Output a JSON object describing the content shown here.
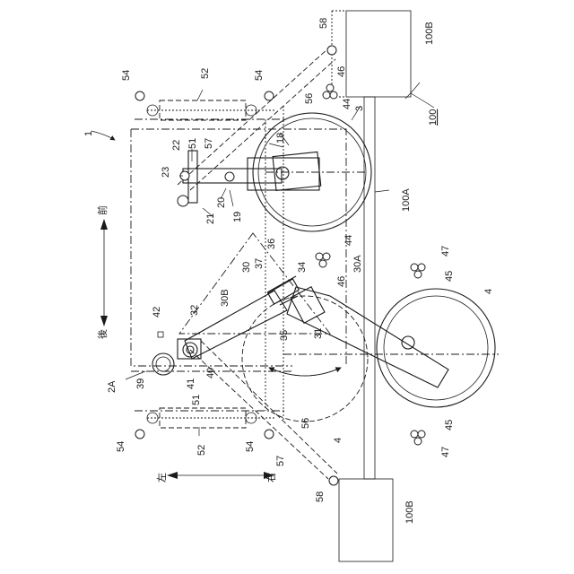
{
  "labels": {
    "l1": "1",
    "l2A": "2A",
    "l3": "3",
    "l4a": "4",
    "l4b": "4",
    "l18": "18",
    "l19": "19",
    "l20": "20",
    "l21": "21",
    "l22": "22",
    "l23": "23",
    "l30": "30",
    "l30A": "30A",
    "l30B": "30B",
    "l31": "31",
    "l32": "32",
    "l34": "34",
    "l35": "35",
    "l36": "36",
    "l37": "37",
    "l39": "39",
    "l40": "40",
    "l41": "41",
    "l42": "42",
    "l44a": "44",
    "l44b": "44",
    "l45a": "45",
    "l45b": "45",
    "l46a": "46",
    "l46b": "46",
    "l47a": "47",
    "l47b": "47",
    "l51a": "51",
    "l51b": "51",
    "l52a": "52",
    "l52b": "52",
    "l54a": "54",
    "l54b": "54",
    "l54c": "54",
    "l54d": "54",
    "l56a": "56",
    "l56b": "56",
    "l57a": "57",
    "l57b": "57",
    "l58a": "58",
    "l58b": "58",
    "l100": "100",
    "l100A": "100A",
    "l100Ba": "100B",
    "l100Bb": "100B"
  },
  "directions": {
    "front": "前",
    "rear": "後",
    "left": "左",
    "right": "右"
  }
}
